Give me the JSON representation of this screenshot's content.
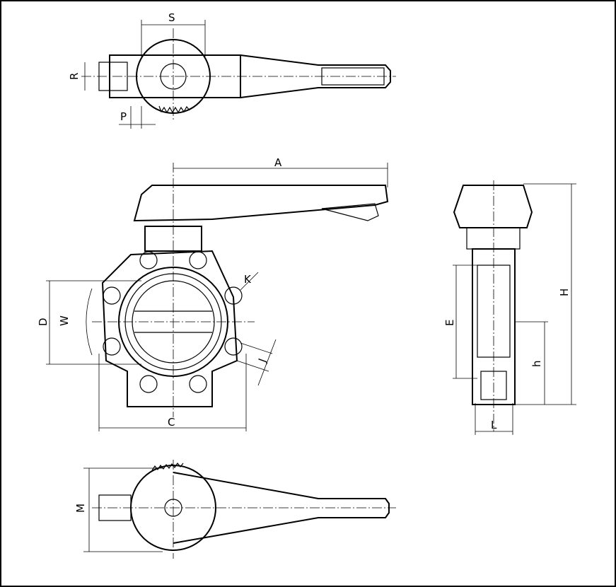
{
  "title": "Butterfly valve dimensional drawing",
  "dimensions": {
    "S": "S",
    "R": "R",
    "P": "P",
    "A": "A",
    "K": "K",
    "D": "D",
    "W": "W",
    "J": "J",
    "C": "C",
    "E": "E",
    "H": "H",
    "h": "h",
    "L": "L",
    "M": "M"
  },
  "colors": {
    "line": "#000000",
    "background": "#ffffff"
  }
}
